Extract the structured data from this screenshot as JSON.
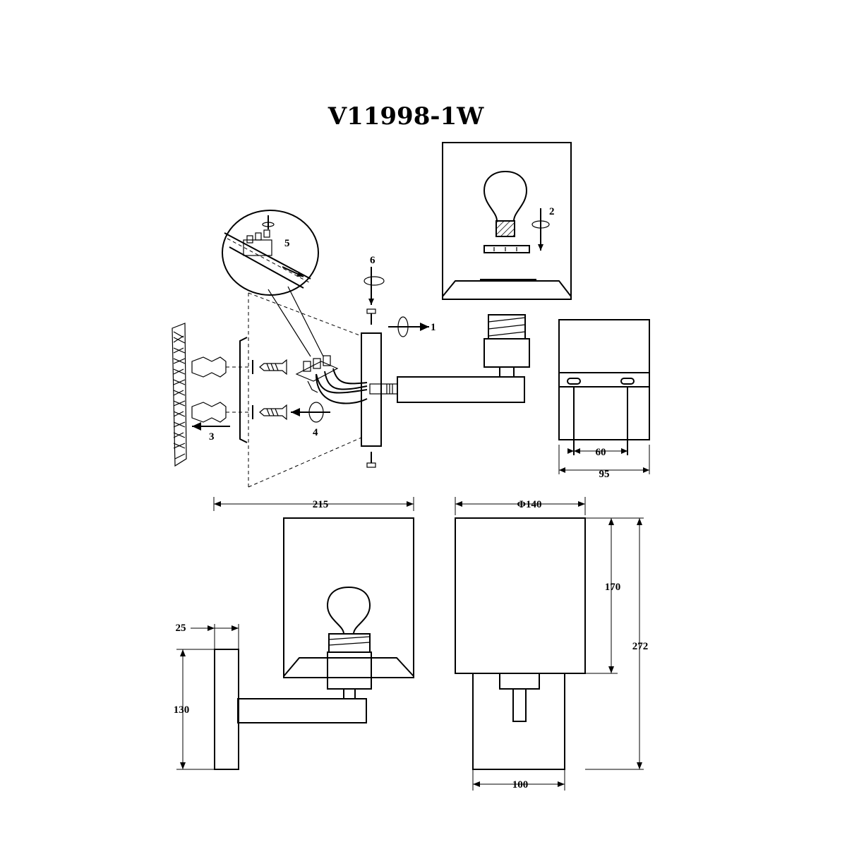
{
  "title": "V11998-1W",
  "steps": {
    "s1": "1",
    "s2": "2",
    "s3": "3",
    "s4": "4",
    "s5": "5",
    "s6": "6"
  },
  "dimensions": {
    "d60": "60",
    "d95": "95",
    "d215": "215",
    "d140": "Φ140",
    "d170": "170",
    "d272": "272",
    "d25": "25",
    "d130": "130",
    "d100": "100"
  }
}
